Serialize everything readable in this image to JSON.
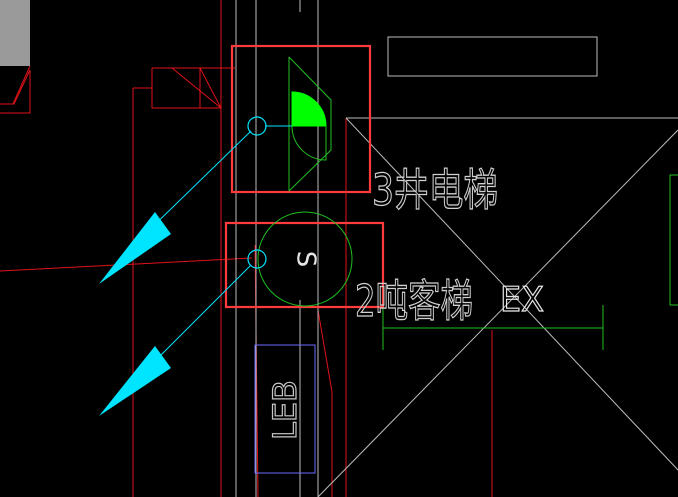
{
  "colors": {
    "background": "#000000",
    "red_lines": "#e0121a",
    "gray_lines": "#bdbdbd",
    "white_lines": "#e6e6e6",
    "cyan": "#00e5ff",
    "green": "#00ff00",
    "dark_green": "#18c018",
    "highlight_box": "#ff3b3b",
    "leb_box": "#6a6aff",
    "dim_line": "#1fbf1f",
    "gray_block": "#9a9a9a"
  },
  "labels": {
    "elevator_3": "3井电梯",
    "elevator_2": "2吨客梯",
    "ex": "EX",
    "s_symbol": "S",
    "leb": "LEB"
  },
  "icons": {
    "arrow_upper": "cyan-pointer-arrow-icon",
    "arrow_lower": "cyan-pointer-arrow-icon",
    "fan_symbol": "exhaust-fan-symbol-icon",
    "smoke_detector": "smoke-detector-symbol-icon"
  }
}
